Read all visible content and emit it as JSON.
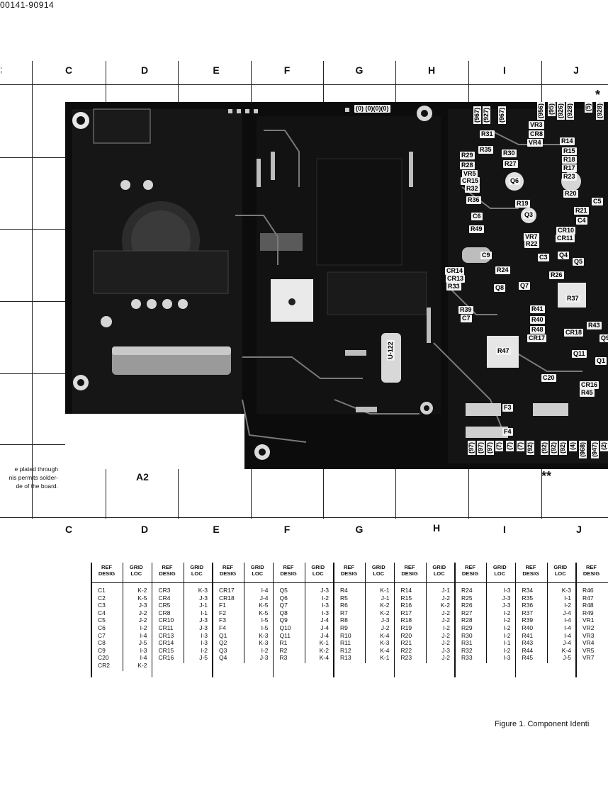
{
  "doc_number": "00141-90914",
  "grid_columns": [
    "C",
    "D",
    "E",
    "F",
    "G",
    "H",
    "I",
    "J"
  ],
  "left_row_marks": [
    ";"
  ],
  "note_lines": [
    "e plated through",
    "nis permits solder-",
    "de of the board."
  ],
  "board_label": "A2",
  "stars": {
    "top": "*",
    "bottom": "**"
  },
  "board_labels": [
    "R31",
    "R35",
    "R29",
    "R28",
    "VR5",
    "CR15",
    "R32",
    "R36",
    "R30",
    "R27",
    "Q6",
    "R19",
    "Q3",
    "C6",
    "R49",
    "VR7",
    "R22",
    "C9",
    "CR14",
    "CR13",
    "R33",
    "R24",
    "Q8",
    "Q7",
    "R39",
    "C7",
    "R41",
    "R40",
    "R48",
    "CR17",
    "R47",
    "C20",
    "CR16",
    "R45",
    "F3",
    "F4",
    "VR3",
    "CR8",
    "VR4",
    "R14",
    "R15",
    "R18",
    "R17",
    "R23",
    "R20",
    "C5",
    "R21",
    "C4",
    "CR10",
    "CR11",
    "C3",
    "Q4",
    "Q5",
    "R26",
    "R37",
    "R43",
    "CR18",
    "Q11",
    "Q1",
    "Q9",
    "U-122",
    "(0) (0)(0)(0)"
  ],
  "board_vertical_labels": [
    "(967)",
    "(927)",
    "(967)",
    "(956)",
    "(95)",
    "(926)",
    "(928)",
    "(5)",
    "(928)",
    "(97)",
    "(97)",
    "(97)",
    "(7)",
    "(7)",
    "(7)",
    "(92)",
    "(92)",
    "(92)",
    "(92)",
    "(4)",
    "(968)",
    "(947)",
    "(2)"
  ],
  "ref_table": {
    "header_ref": [
      "REF",
      "DESIG"
    ],
    "header_grid": [
      "GRID",
      "LOC"
    ],
    "columns": [
      {
        "ref": [
          "C1",
          "C2",
          "C3",
          "C4",
          "C5",
          "C6",
          "C7",
          "C8",
          "C9",
          "C20",
          "CR2"
        ],
        "loc": [
          "K-2",
          "K-5",
          "J-3",
          "J-2",
          "J-2",
          "I-2",
          "I-4",
          "J-5",
          "I-3",
          "I-4",
          "K-2"
        ]
      },
      {
        "ref": [
          "CR3",
          "CR4",
          "CR5",
          "CR8",
          "CR10",
          "CR11",
          "CR13",
          "CR14",
          "CR15",
          "CR16"
        ],
        "loc": [
          "K-3",
          "J-3",
          "J-1",
          "I-1",
          "J-3",
          "J-3",
          "I-3",
          "I-3",
          "I-2",
          "J-5"
        ]
      },
      {
        "ref": [
          "CR17",
          "CR18",
          "F1",
          "F2",
          "F3",
          "F4",
          "Q1",
          "Q2",
          "Q3",
          "Q4"
        ],
        "loc": [
          "I-4",
          "J-4",
          "K-5",
          "K-5",
          "I-5",
          "I-5",
          "K-3",
          "K-3",
          "I-2",
          "J-3"
        ]
      },
      {
        "ref": [
          "Q5",
          "Q6",
          "Q7",
          "Q8",
          "Q9",
          "Q10",
          "Q11",
          "R1",
          "R2",
          "R3"
        ],
        "loc": [
          "J-3",
          "I-2",
          "I-3",
          "I-3",
          "J-4",
          "J-4",
          "J-4",
          "K-1",
          "K-2",
          "K-4"
        ]
      },
      {
        "ref": [
          "R4",
          "R5",
          "R6",
          "R7",
          "R8",
          "R9",
          "R10",
          "R11",
          "R12",
          "R13"
        ],
        "loc": [
          "K-1",
          "J-1",
          "K-2",
          "K-2",
          "J-3",
          "J-2",
          "K-4",
          "K-3",
          "K-4",
          "K-1"
        ]
      },
      {
        "ref": [
          "R14",
          "R15",
          "R16",
          "R17",
          "R18",
          "R19",
          "R20",
          "R21",
          "R22",
          "R23"
        ],
        "loc": [
          "J-1",
          "J-2",
          "K-2",
          "J-2",
          "J-2",
          "I-2",
          "J-2",
          "J-2",
          "J-3",
          "J-2"
        ]
      },
      {
        "ref": [
          "R24",
          "R25",
          "R26",
          "R27",
          "R28",
          "R29",
          "R30",
          "R31",
          "R32",
          "R33"
        ],
        "loc": [
          "I-3",
          "J-3",
          "J-3",
          "I-2",
          "I-2",
          "I-2",
          "I-2",
          "I-1",
          "I-2",
          "I-3"
        ]
      },
      {
        "ref": [
          "R34",
          "R35",
          "R36",
          "R37",
          "R39",
          "R40",
          "R41",
          "R43",
          "R44",
          "R45"
        ],
        "loc": [
          "K-3",
          "I-1",
          "I-2",
          "J-4",
          "I-4",
          "I-4",
          "I-4",
          "J-4",
          "K-4",
          "J-5"
        ]
      },
      {
        "ref": [
          "R46",
          "R47",
          "R48",
          "R49",
          "VR1",
          "VR2",
          "VR3",
          "VR4",
          "VR5",
          "VR7"
        ],
        "loc": []
      }
    ]
  },
  "caption": "Figure 1. Component Identi"
}
